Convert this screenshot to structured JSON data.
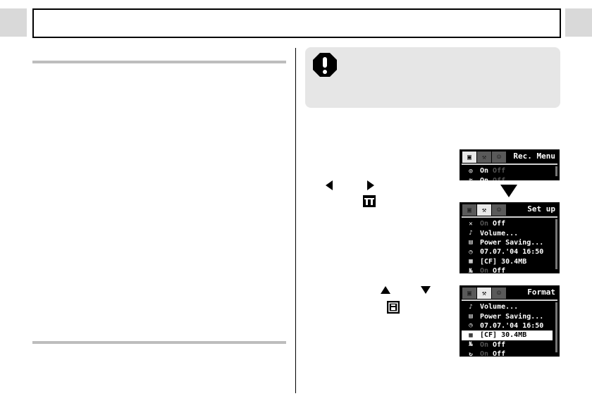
{
  "screens": {
    "rec_menu": {
      "title": "Rec. Menu",
      "tab_icons": [
        "camera-icon",
        "setup-icon",
        "mycamera-icon"
      ],
      "selected_tab": 0,
      "rows": [
        {
          "icon": "red-eye-icon",
          "value": "On",
          "alt": "Off"
        },
        {
          "icon": "slow-sync-icon",
          "value": "On",
          "alt": "Off"
        }
      ]
    },
    "setup": {
      "title": "Set up",
      "tab_icons": [
        "camera-icon",
        "setup-icon",
        "mycamera-icon"
      ],
      "selected_tab": 1,
      "rows": [
        {
          "icon": "mute-icon",
          "dim": "On",
          "value": "Off"
        },
        {
          "icon": "volume-icon",
          "value": "Volume..."
        },
        {
          "icon": "power-saving-icon",
          "value": "Power Saving..."
        },
        {
          "icon": "date-time-icon",
          "value": "07.07.'04 16:50"
        },
        {
          "icon": "format-icon",
          "value": "[CF] 30.4MB"
        },
        {
          "icon": "file-no-reset-icon",
          "dim": "On",
          "value": "Off"
        }
      ]
    },
    "format": {
      "title": "Format",
      "tab_icons": [
        "camera-icon",
        "setup-icon",
        "mycamera-icon"
      ],
      "selected_tab": 1,
      "highlight_row": 3,
      "rows": [
        {
          "icon": "volume-icon",
          "value": "Volume..."
        },
        {
          "icon": "power-saving-icon",
          "value": "Power Saving..."
        },
        {
          "icon": "date-time-icon",
          "value": "07.07.'04 16:50"
        },
        {
          "icon": "format-icon",
          "value": "[CF] 30.4MB"
        },
        {
          "icon": "file-no-reset-icon",
          "dim": "On",
          "value": "Off"
        },
        {
          "icon": "auto-rotate-icon",
          "dim": "On",
          "value": "Off"
        }
      ]
    }
  },
  "icons": {
    "caution": "caution-icon",
    "setup_inline": "setup-tab-icon",
    "format_inline": "format-icon"
  }
}
